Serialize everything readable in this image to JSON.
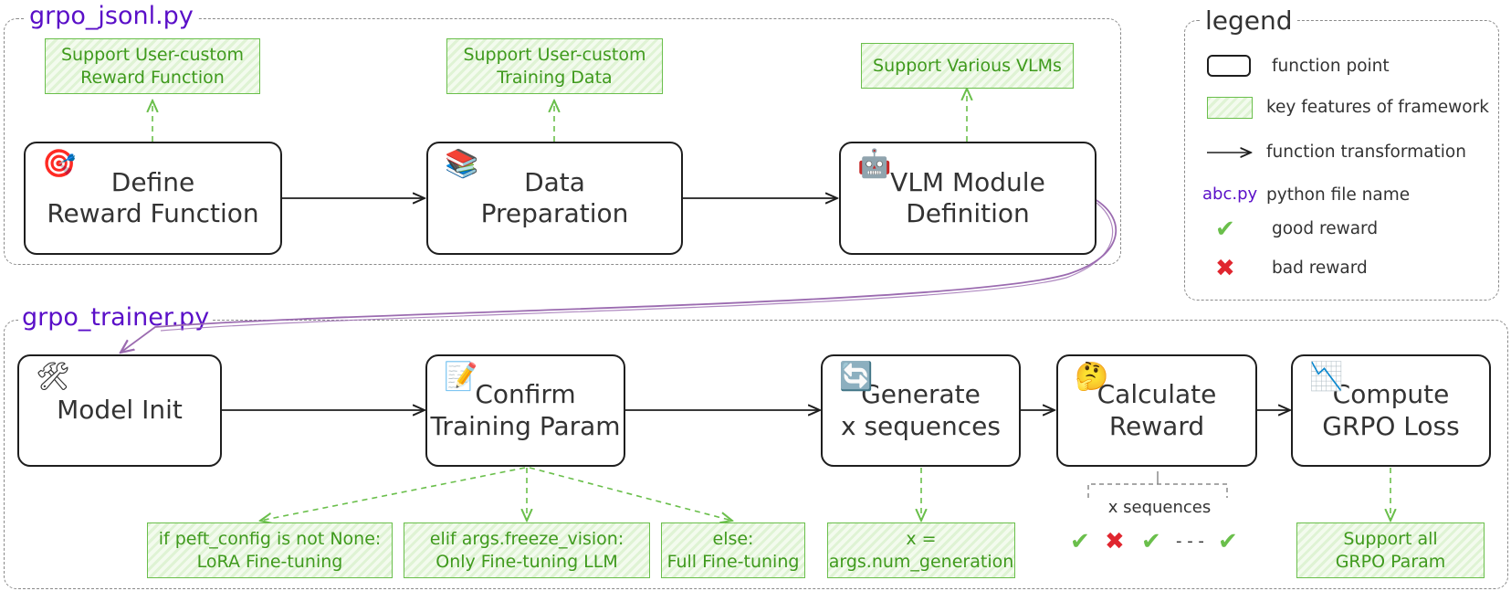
{
  "groups": {
    "jsonl": {
      "title": "grpo_jsonl.py"
    },
    "trainer": {
      "title": "grpo_trainer.py"
    }
  },
  "nodes": {
    "define_reward": {
      "label": "Define\nReward Function",
      "icon": "target-icon",
      "glyph": "🎯"
    },
    "data_prep": {
      "label": "Data\nPreparation",
      "icon": "books-icon",
      "glyph": "📚"
    },
    "vlm_module": {
      "label": "VLM Module\nDefinition",
      "icon": "robot-icon",
      "glyph": "🤖"
    },
    "model_init": {
      "label": "Model Init",
      "icon": "tools-icon",
      "glyph": "🛠"
    },
    "confirm_param": {
      "label": "Confirm\nTraining Param",
      "icon": "memo-icon",
      "glyph": "📝"
    },
    "generate_seq": {
      "label": "Generate\nx sequences",
      "icon": "refresh-icon",
      "glyph": "🔄"
    },
    "calc_reward": {
      "label": "Calculate\nReward",
      "icon": "thinking-face-icon",
      "glyph": "🤔"
    },
    "compute_loss": {
      "label": "Compute\nGRPO Loss",
      "icon": "chart-decreasing-icon",
      "glyph": "📉"
    }
  },
  "features": {
    "custom_reward": "Support User-custom\nReward Function",
    "custom_data": "Support User-custom\nTraining Data",
    "various_vlms": "Support Various VLMs",
    "lora": "if peft_config is not None:\nLoRA Fine-tuning",
    "freeze_vision": "elif args.freeze_vision:\nOnly Fine-tuning LLM",
    "full_ft": "else:\nFull Fine-tuning",
    "num_generation": "x =\nargs.num_generation",
    "grpo_param": "Support all\nGRPO Param"
  },
  "reward_samples": {
    "label": "x sequences",
    "marks": [
      "✔",
      "✖",
      "✔",
      "- - -",
      "✔"
    ]
  },
  "legend": {
    "title": "legend",
    "function_point": "function point",
    "key_features": "key features of framework",
    "function_transformation": "function transformation",
    "python_file_example": "abc.py",
    "python_file_name": "python file name",
    "good_reward": "good reward",
    "bad_reward": "bad reward",
    "good_mark": "✔",
    "bad_mark": "✖"
  },
  "colors": {
    "file_name": "#5a0fc8",
    "feature_text": "#3f9a1d",
    "feature_border": "#6abf4b",
    "good": "#6abf4b",
    "bad": "#e0262f",
    "cross_link": "#9b6bb0"
  }
}
